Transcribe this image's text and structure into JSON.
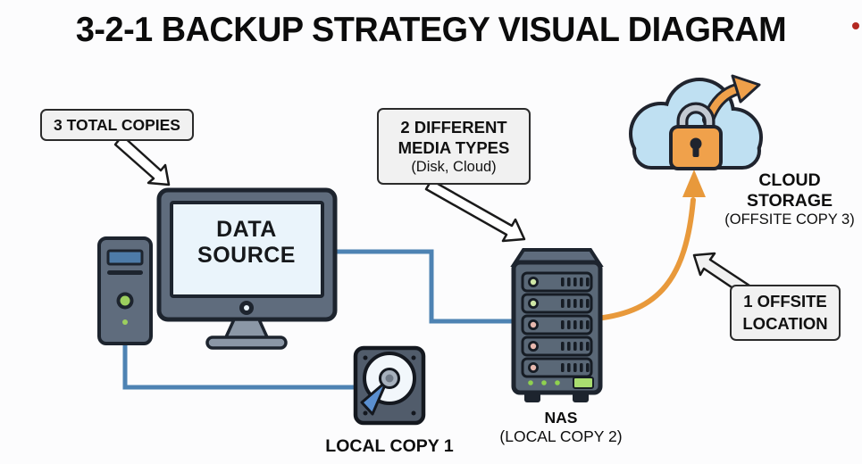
{
  "title": "3-2-1 BACKUP STRATEGY VISUAL DIAGRAM",
  "callouts": {
    "total_copies": {
      "label": "3 TOTAL COPIES"
    },
    "media_types": {
      "line1": "2 DIFFERENT",
      "line2": "MEDIA TYPES",
      "line3": "(Disk, Cloud)"
    },
    "offsite": {
      "line1": "1 OFFSITE",
      "line2": "LOCATION"
    }
  },
  "nodes": {
    "data_source": {
      "label": "DATA SOURCE"
    },
    "local_copy_1": {
      "label": "LOCAL COPY 1"
    },
    "nas": {
      "name": "NAS",
      "sublabel": "(LOCAL COPY 2)"
    },
    "cloud": {
      "name": "CLOUD STORAGE",
      "sublabel": "(OFFSITE COPY 3)"
    }
  },
  "icons": {
    "padlock": "padlock-icon",
    "sync_arrow": "sync-arrow-icon",
    "upload_arrow": "upload-arrow-icon"
  },
  "colors": {
    "connector_blue": "#4e83b3",
    "accent_orange": "#e8993b",
    "cloud_blue": "#bfe0f2",
    "device_gray": "#5f6c7d",
    "screen_blue": "#eaf4fb",
    "led_green": "#9ccf5e",
    "led_pink": "#e7b8ae",
    "lock_orange": "#f0a14b",
    "marker_red": "#b32821"
  }
}
